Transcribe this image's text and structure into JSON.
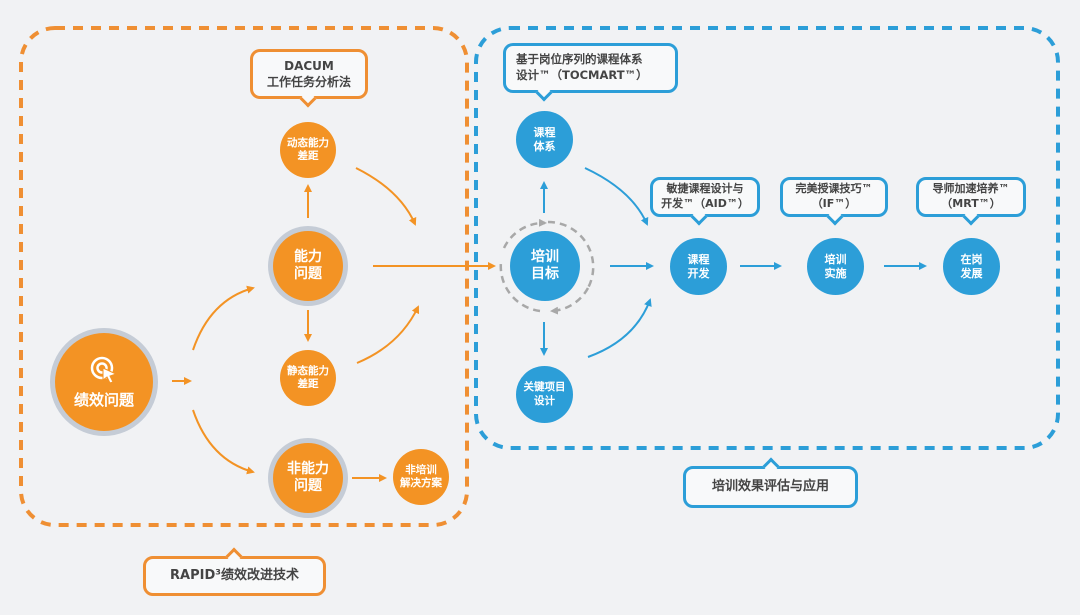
{
  "colors": {
    "orange": "#f39324",
    "blue": "#2c9ed8",
    "background": "#f1f2f4",
    "ring": "#c5ccd6",
    "gray": "#a8a8a8"
  },
  "left_group": {
    "caption": "RAPID³绩效改进技术",
    "performance_issue": {
      "label": "绩效问题",
      "icon": "target-click-icon"
    },
    "ability_issue": "能力\n问题",
    "dynamic_gap": "动态能力\n差距",
    "static_gap": "静态能力\n差距",
    "non_ability_issue": "非能力\n问题",
    "non_training_solution": "非培训\n解决方案",
    "dacum_callout": "DACUM\n工作任务分析法"
  },
  "right_group": {
    "caption": "培训效果评估与应用",
    "training_goal": "培训\n目标",
    "curriculum_system": "课程\n体系",
    "key_project_design": "关键项目\n设计",
    "course_development": "课程\n开发",
    "training_delivery": "培训\n实施",
    "on_the_job_development": "在岗\n发展",
    "tocmart_callout": "基于岗位序列的课程体系\n设计™（TOCMART™）",
    "aid_callout": "敏捷课程设计与\n开发™（AID™）",
    "if_callout": "完美授课技巧™\n（IF™）",
    "mrt_callout": "导师加速培养™\n（MRT™）"
  }
}
